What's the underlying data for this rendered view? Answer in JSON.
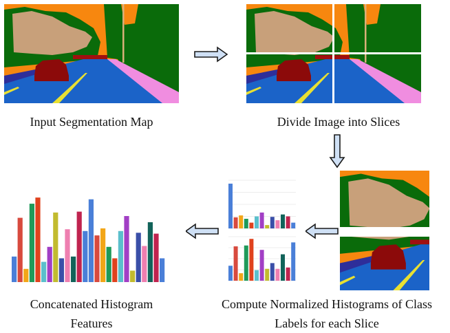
{
  "captions": {
    "input": "Input Segmentation Map",
    "divide": "Divide Image into Slices",
    "compute_line1": "Compute Normalized Histograms of Class",
    "compute_line2": "Labels for each Slice",
    "concat_line1": "Concatenated Histogram",
    "concat_line2": "Features"
  },
  "colors": {
    "sky": "#f7870f",
    "vegetation": "#0a6b0a",
    "building": "#c8a07a",
    "road": "#1b63c8",
    "sidewalk": "#f08de0",
    "car": "#8c0a0a",
    "lane": "#e8e032",
    "arrow_fill": "#cfe0f5",
    "arrow_stroke": "#1a1a1a",
    "slice_line": "#ffffff"
  },
  "chart_data": [
    {
      "type": "bar",
      "name": "slice-top-histogram",
      "values": [
        0.93,
        0.23,
        0.27,
        0.2,
        0.12,
        0.25,
        0.33,
        0.07,
        0.24,
        0.17,
        0.29,
        0.25,
        0.12
      ],
      "colors": [
        "#4a7fd8",
        "#d84a3e",
        "#f2a618",
        "#1f9a5a",
        "#e0421e",
        "#5bbfcc",
        "#a23fc5",
        "#c2bb2f",
        "#3a4fa8",
        "#ee7fb0",
        "#12635a",
        "#c0244f",
        "#4a7fd8"
      ]
    },
    {
      "type": "bar",
      "name": "slice-bottom-histogram",
      "values": [
        0.34,
        0.78,
        0.17,
        0.8,
        0.95,
        0.24,
        0.7,
        0.27,
        0.4,
        0.27,
        0.6,
        0.3,
        0.87
      ],
      "colors": [
        "#4a7fd8",
        "#d84a3e",
        "#f2a618",
        "#1f9a5a",
        "#e0421e",
        "#5bbfcc",
        "#a23fc5",
        "#c2bb2f",
        "#3a4fa8",
        "#ee7fb0",
        "#12635a",
        "#c0244f",
        "#4a7fd8"
      ]
    },
    {
      "type": "bar",
      "name": "concatenated-histogram",
      "values": [
        0.29,
        0.73,
        0.15,
        0.89,
        0.96,
        0.23,
        0.4,
        0.79,
        0.27,
        0.6,
        0.29,
        0.8,
        0.58,
        0.94,
        0.53,
        0.61,
        0.4,
        0.27,
        0.58,
        0.75,
        0.13,
        0.56,
        0.41,
        0.68,
        0.55,
        0.27
      ],
      "colors": [
        "#4a7fd8",
        "#d84a3e",
        "#f2a618",
        "#1f9a5a",
        "#e0421e",
        "#5bbfcc",
        "#a23fc5",
        "#c2bb2f",
        "#3a4fa8",
        "#ee7fb0",
        "#12635a",
        "#c0244f",
        "#4a7fd8",
        "#4a7fd8",
        "#d84a3e",
        "#f2a618",
        "#1f9a5a",
        "#e0421e",
        "#5bbfcc",
        "#a23fc5",
        "#c2bb2f",
        "#3a4fa8",
        "#ee7fb0",
        "#12635a",
        "#c0244f",
        "#4a7fd8"
      ]
    }
  ]
}
